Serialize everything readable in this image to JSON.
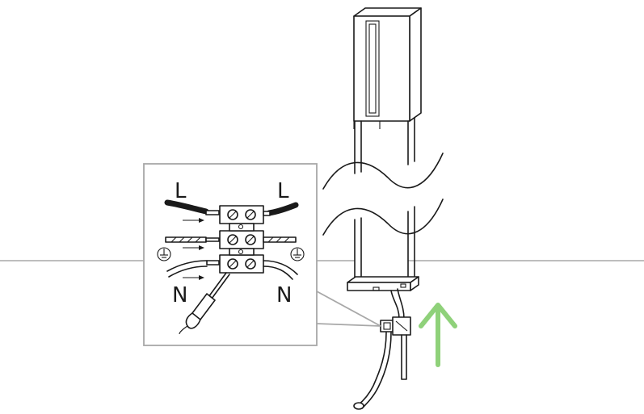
{
  "labels": {
    "live_left": "L",
    "live_right": "L",
    "neutral_left": "N",
    "neutral_right": "N"
  },
  "icons": {
    "ground_left": "earth-ground-icon",
    "ground_right": "earth-ground-icon",
    "screwdriver": "screwdriver-icon",
    "arrow": "up-arrow-icon"
  },
  "colors": {
    "arrow": "#8fd17a",
    "callout": "#a8a8a8",
    "line": "#1a1a1a"
  }
}
